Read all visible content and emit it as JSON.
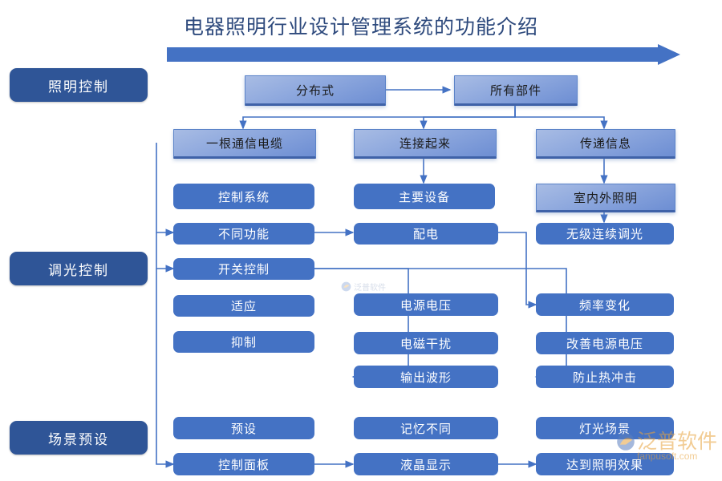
{
  "title": "电器照明行业设计管理系统的功能介绍",
  "colors": {
    "title_text": "#2E4A7D",
    "sidebar_fill": "#2F5597",
    "node_solid_fill": "#4472C4",
    "node_gradient_from": "#A8BCE4",
    "node_gradient_to": "#6D8ED3",
    "connector": "#4472C4",
    "watermark_orange": "#E8A33D",
    "background": "#FFFFFF"
  },
  "top_arrow": {
    "name": "process-flow-arrow",
    "direction": "right"
  },
  "sidebar": {
    "items": [
      {
        "id": "lighting-control",
        "label": "照明控制"
      },
      {
        "id": "dimming-control",
        "label": "调光控制"
      },
      {
        "id": "scene-preset",
        "label": "场景预设"
      }
    ]
  },
  "nodes": [
    {
      "id": "n-distributed",
      "label": "分布式",
      "style": "gradient"
    },
    {
      "id": "n-all-components",
      "label": "所有部件",
      "style": "gradient"
    },
    {
      "id": "n-one-cable",
      "label": "一根通信电缆",
      "style": "gradient"
    },
    {
      "id": "n-connect",
      "label": "连接起来",
      "style": "gradient"
    },
    {
      "id": "n-transmit-info",
      "label": "传递信息",
      "style": "gradient"
    },
    {
      "id": "n-control-system",
      "label": "控制系统",
      "style": "solid"
    },
    {
      "id": "n-main-equipment",
      "label": "主要设备",
      "style": "solid"
    },
    {
      "id": "n-indoor-outdoor",
      "label": "室内外照明",
      "style": "gradient"
    },
    {
      "id": "n-diff-function",
      "label": "不同功能",
      "style": "solid"
    },
    {
      "id": "n-power-distribution",
      "label": "配电",
      "style": "solid"
    },
    {
      "id": "n-stepless-dimming",
      "label": "无级连续调光",
      "style": "solid"
    },
    {
      "id": "n-switch-control",
      "label": "开关控制",
      "style": "solid"
    },
    {
      "id": "n-adapt",
      "label": "适应",
      "style": "solid"
    },
    {
      "id": "n-supply-voltage",
      "label": "电源电压",
      "style": "solid"
    },
    {
      "id": "n-freq-change",
      "label": "频率变化",
      "style": "solid"
    },
    {
      "id": "n-suppress",
      "label": "抑制",
      "style": "solid"
    },
    {
      "id": "n-emi",
      "label": "电磁干扰",
      "style": "solid"
    },
    {
      "id": "n-improve-voltage",
      "label": "改善电源电压",
      "style": "solid"
    },
    {
      "id": "n-output-waveform",
      "label": "输出波形",
      "style": "solid"
    },
    {
      "id": "n-prevent-thermal",
      "label": "防止热冲击",
      "style": "solid"
    },
    {
      "id": "n-preset",
      "label": "预设",
      "style": "solid"
    },
    {
      "id": "n-memory-diff",
      "label": "记忆不同",
      "style": "solid"
    },
    {
      "id": "n-light-scene",
      "label": "灯光场景",
      "style": "solid"
    },
    {
      "id": "n-control-panel",
      "label": "控制面板",
      "style": "solid"
    },
    {
      "id": "n-lcd-display",
      "label": "液晶显示",
      "style": "solid"
    },
    {
      "id": "n-lighting-effect",
      "label": "达到照明效果",
      "style": "solid"
    }
  ],
  "watermarks": {
    "center_text": "泛普软件",
    "bottom_brand": "泛普软件",
    "bottom_url": "fanpusoft.com"
  }
}
